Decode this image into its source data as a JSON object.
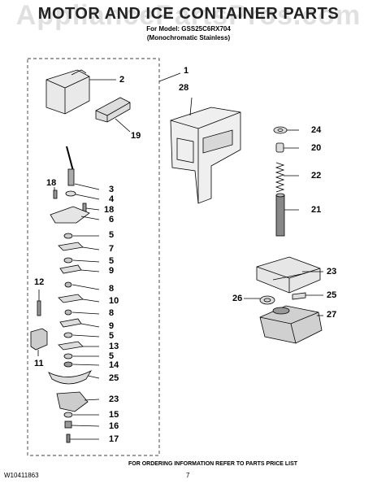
{
  "watermark": "AppliancePartsPros.com",
  "header": {
    "title": "MOTOR AND ICE CONTAINER PARTS",
    "model_line": "For Model: GSS25C6RX704",
    "variant_line": "(Monochromatic Stainless)"
  },
  "callouts": {
    "c1": "1",
    "c2": "2",
    "c19": "19",
    "c28": "28",
    "c24": "24",
    "c20": "20",
    "c22": "22",
    "c21": "21",
    "c23a": "23",
    "c25a": "25",
    "c26": "26",
    "c27": "27",
    "c3": "3",
    "c4": "4",
    "c18a": "18",
    "c18b": "18",
    "c6": "6",
    "c5a": "5",
    "c7": "7",
    "c5b": "5",
    "c9a": "9",
    "c12": "12",
    "c8a": "8",
    "c10": "10",
    "c8b": "8",
    "c9b": "9",
    "c11": "11",
    "c5c": "5",
    "c13": "13",
    "c5d": "5",
    "c14": "14",
    "c25b": "25",
    "c23b": "23",
    "c15": "15",
    "c16": "16",
    "c17": "17"
  },
  "footer": {
    "note": "FOR ORDERING INFORMATION REFER TO PARTS PRICE LIST",
    "doc_id": "W10411863",
    "page": "7"
  }
}
